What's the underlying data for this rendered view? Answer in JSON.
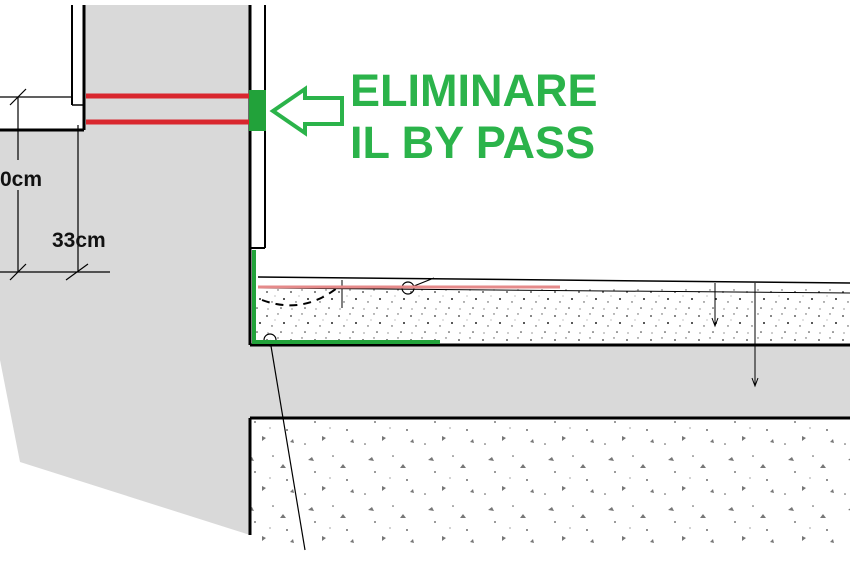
{
  "annotation": {
    "line1": "ELIMINARE",
    "line2": "IL BY PASS",
    "color": "#2bb34a"
  },
  "dimensions": {
    "height_a": "0cm",
    "height_b": "33cm"
  },
  "colors": {
    "wall_gray": "#d9d9d9",
    "bypass_red": "#d9272e",
    "waterproofing_green": "#22a23a"
  },
  "icons": {
    "arrow": "arrow-left-outline-icon"
  }
}
